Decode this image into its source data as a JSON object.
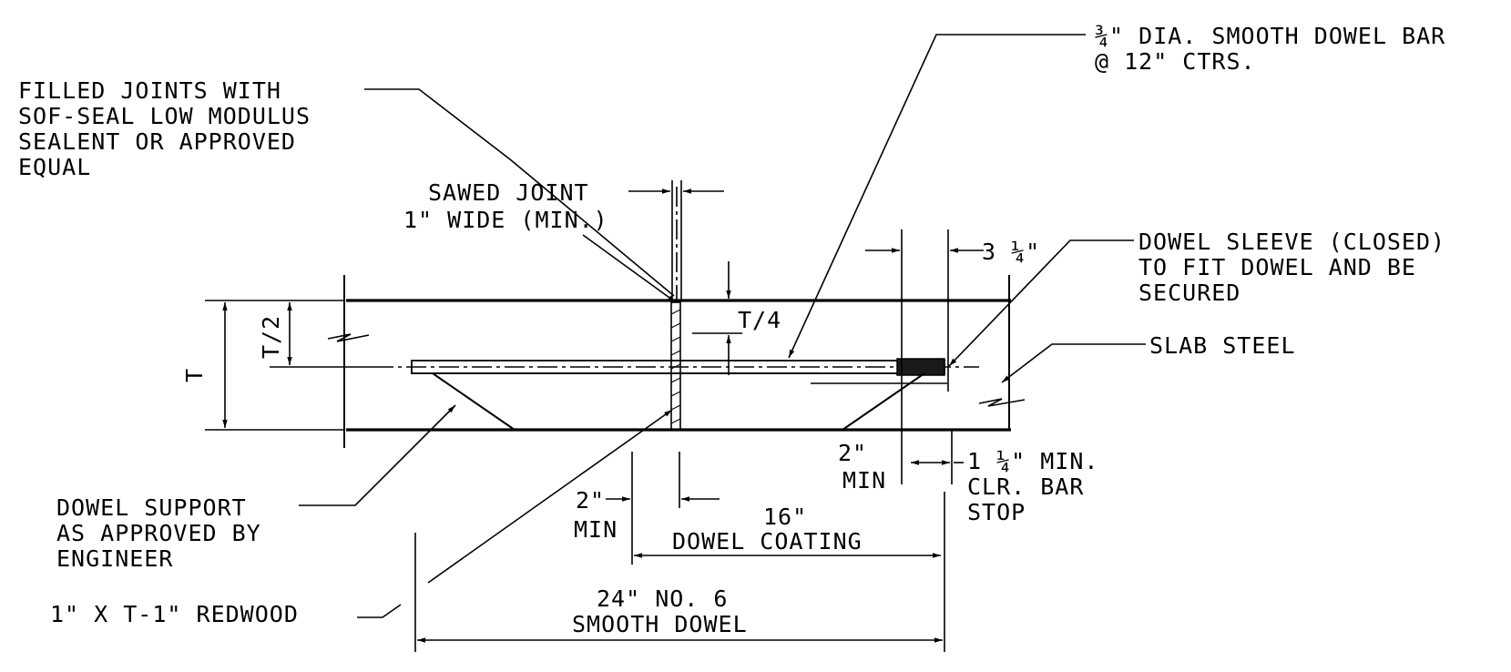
{
  "labels": {
    "dowel_bar": [
      "¾\" DIA. SMOOTH DOWEL BAR",
      "@ 12\" CTRS."
    ],
    "filled_joints": [
      "FILLED JOINTS WITH",
      "SOF-SEAL LOW MODULUS",
      "SEALENT OR APPROVED",
      "EQUAL"
    ],
    "sawed_joint": [
      "SAWED JOINT",
      "1\" WIDE (MIN.)"
    ],
    "dowel_sleeve": [
      "DOWEL SLEEVE (CLOSED)",
      "TO FIT DOWEL AND BE",
      "SECURED"
    ],
    "slab_steel": "SLAB STEEL",
    "three_quarter": "3 ¼\"",
    "t_half": "T/2",
    "t_quarter": "T/4",
    "t": "T",
    "two_min_right": [
      "2\"",
      "MIN"
    ],
    "clr_bar_stop": [
      "1 ¼\" MIN.",
      "CLR. BAR",
      "STOP"
    ],
    "two_min_left": [
      "2\"",
      "MIN"
    ],
    "dowel_coating": [
      "16\"",
      "DOWEL COATING"
    ],
    "dowel_support": [
      "DOWEL SUPPORT",
      "AS APPROVED BY",
      "ENGINEER"
    ],
    "redwood": "1\" X T-1\" REDWOOD",
    "smooth_dowel": [
      "24\" NO. 6",
      "SMOOTH DOWEL"
    ]
  }
}
